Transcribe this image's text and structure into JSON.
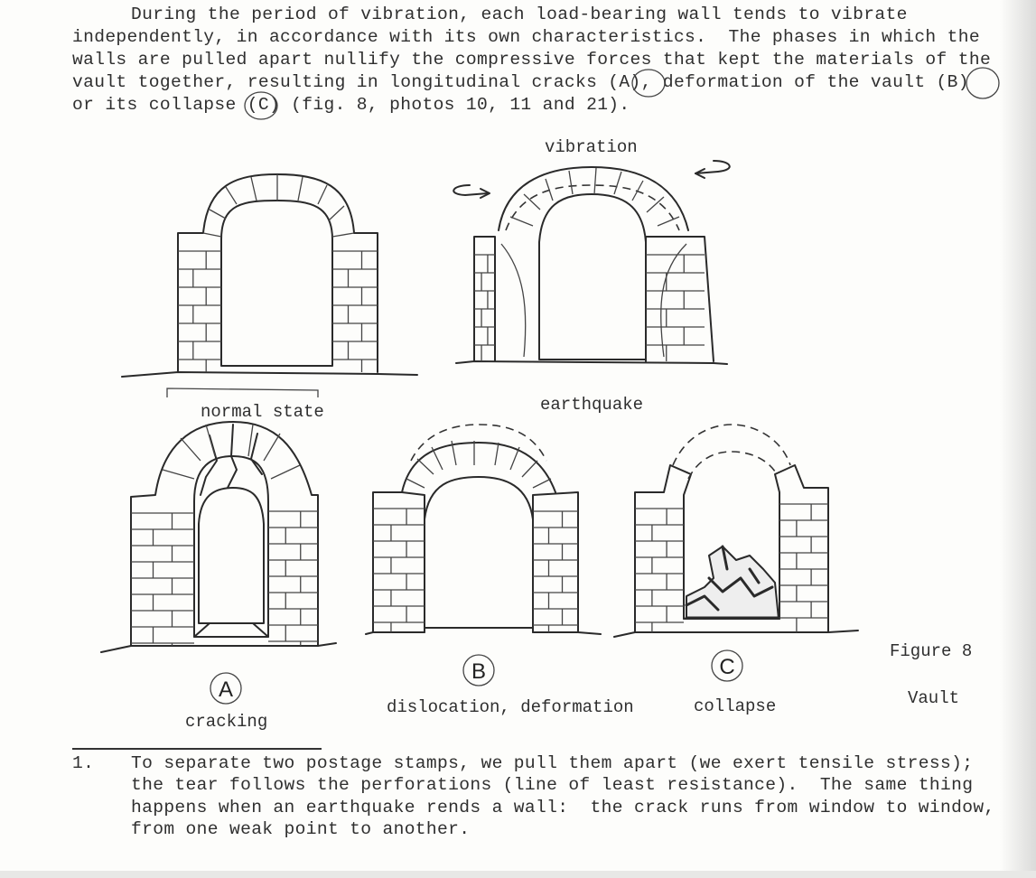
{
  "paragraph": {
    "lines": [
      "During the period of vibration, each load-bearing wall tends to vibrate",
      "independently, in accordance with its own characteristics.  The phases in which the",
      "walls are pulled apart nullify the compressive forces that kept the materials of the",
      "vault together, resulting in longitudinal cracks (A), deformation of the vault (B)",
      "or its collapse (C) (fig. 8, photos 10, 11 and 21)."
    ]
  },
  "figure": {
    "vibration_label": "vibration",
    "normal_state_label": "normal state",
    "earthquake_label": "earthquake",
    "panel_a": {
      "letter": "A",
      "caption": "cracking"
    },
    "panel_b": {
      "letter": "B",
      "caption": "dislocation, deformation"
    },
    "panel_c": {
      "letter": "C",
      "caption": "collapse"
    },
    "figure_number": "Figure 8",
    "figure_title": "Vault"
  },
  "footnote": {
    "number": "1.",
    "lines": [
      "To separate two postage stamps, we pull them apart (we exert tensile stress);",
      "the tear follows the perforations (line of least resistance).  The same thing",
      "happens when an earthquake rends a wall:  the crack runs from window to window,",
      "from one weak point to another."
    ]
  }
}
